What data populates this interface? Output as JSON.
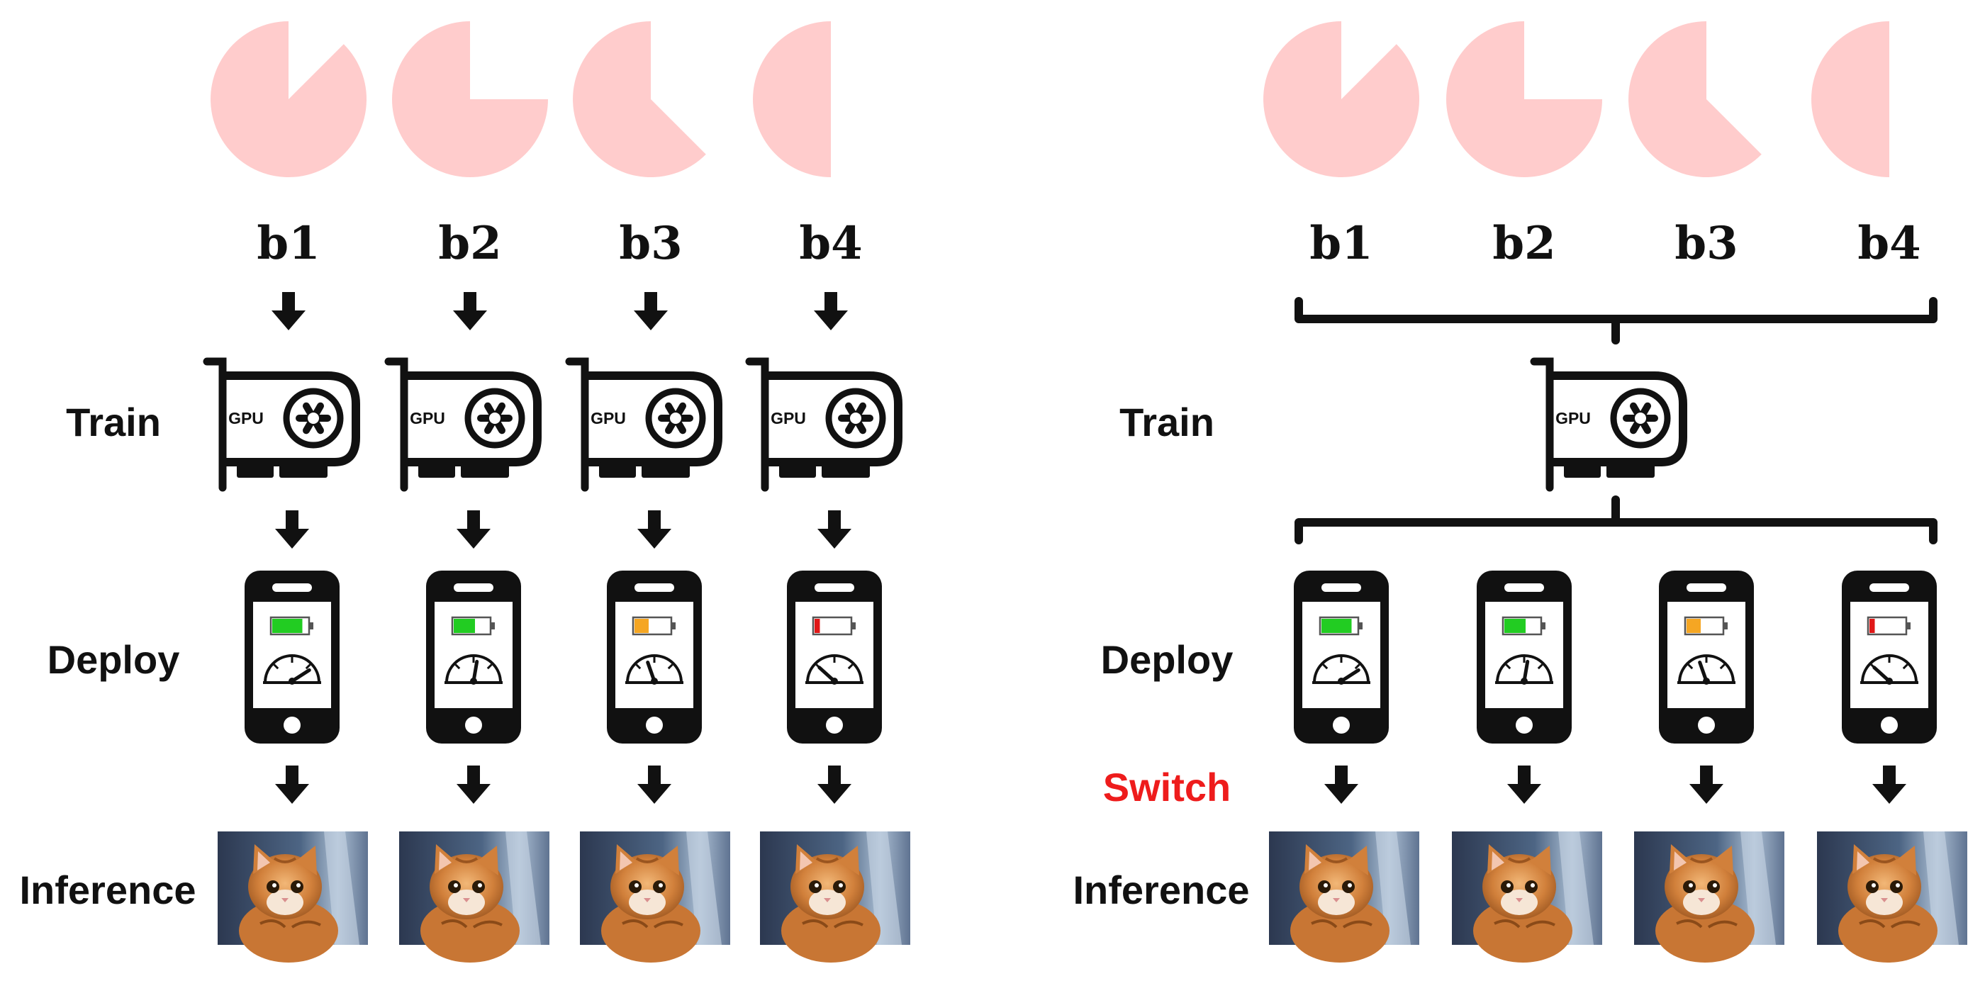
{
  "left_panel": {
    "batches": [
      {
        "label": "b1",
        "pie_fraction": 0.875
      },
      {
        "label": "b2",
        "pie_fraction": 0.75
      },
      {
        "label": "b3",
        "pie_fraction": 0.625
      },
      {
        "label": "b4",
        "pie_fraction": 0.5
      }
    ],
    "rows": {
      "train": "Train",
      "deploy": "Deploy",
      "inference": "Inference"
    },
    "phones": [
      {
        "battery_level": 0.85,
        "battery_color": "#22cc22",
        "gauge_level": 0.8
      },
      {
        "battery_level": 0.6,
        "battery_color": "#22cc22",
        "gauge_level": 0.55
      },
      {
        "battery_level": 0.4,
        "battery_color": "#f5a623",
        "gauge_level": 0.4
      },
      {
        "battery_level": 0.15,
        "battery_color": "#e01818",
        "gauge_level": 0.25
      }
    ]
  },
  "right_panel": {
    "batches": [
      {
        "label": "b1",
        "pie_fraction": 0.875
      },
      {
        "label": "b2",
        "pie_fraction": 0.75
      },
      {
        "label": "b3",
        "pie_fraction": 0.625
      },
      {
        "label": "b4",
        "pie_fraction": 0.5
      }
    ],
    "rows": {
      "train": "Train",
      "deploy": "Deploy",
      "switch": "Switch",
      "inference": "Inference"
    },
    "phones": [
      {
        "battery_level": 0.85,
        "battery_color": "#22cc22",
        "gauge_level": 0.8
      },
      {
        "battery_level": 0.6,
        "battery_color": "#22cc22",
        "gauge_level": 0.55
      },
      {
        "battery_level": 0.4,
        "battery_color": "#f5a623",
        "gauge_level": 0.4
      },
      {
        "battery_level": 0.15,
        "battery_color": "#e01818",
        "gauge_level": 0.25
      }
    ]
  },
  "gpu_label": "GPU",
  "colors": {
    "pie": "#ffcccc",
    "switch_text": "#ee1c1c",
    "icon": "#111111"
  }
}
